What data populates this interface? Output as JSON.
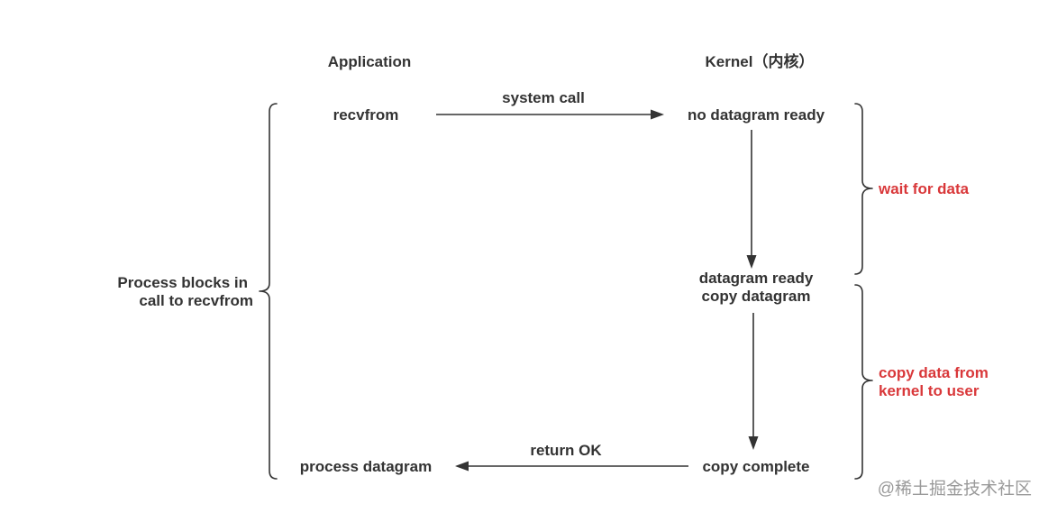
{
  "columns": {
    "application": "Application",
    "kernel": "Kernel（内核）"
  },
  "steps": {
    "recvfrom": "recvfrom",
    "system_call": "system call",
    "no_datagram_ready": "no datagram ready",
    "datagram_ready": "datagram ready",
    "copy_datagram": "copy datagram",
    "copy_complete": "copy complete",
    "return_ok": "return OK",
    "process_datagram": "process datagram"
  },
  "annotations": {
    "blocks_line1": "Process blocks in",
    "blocks_line2": "call to recvfrom",
    "wait_for_data": "wait for data",
    "copy_line1": "copy data from",
    "copy_line2": "kernel to user"
  },
  "watermark": "@稀土掘金技术社区",
  "colors": {
    "text": "#333333",
    "accent": "#d9383a",
    "watermark": "#9a9a9a"
  }
}
